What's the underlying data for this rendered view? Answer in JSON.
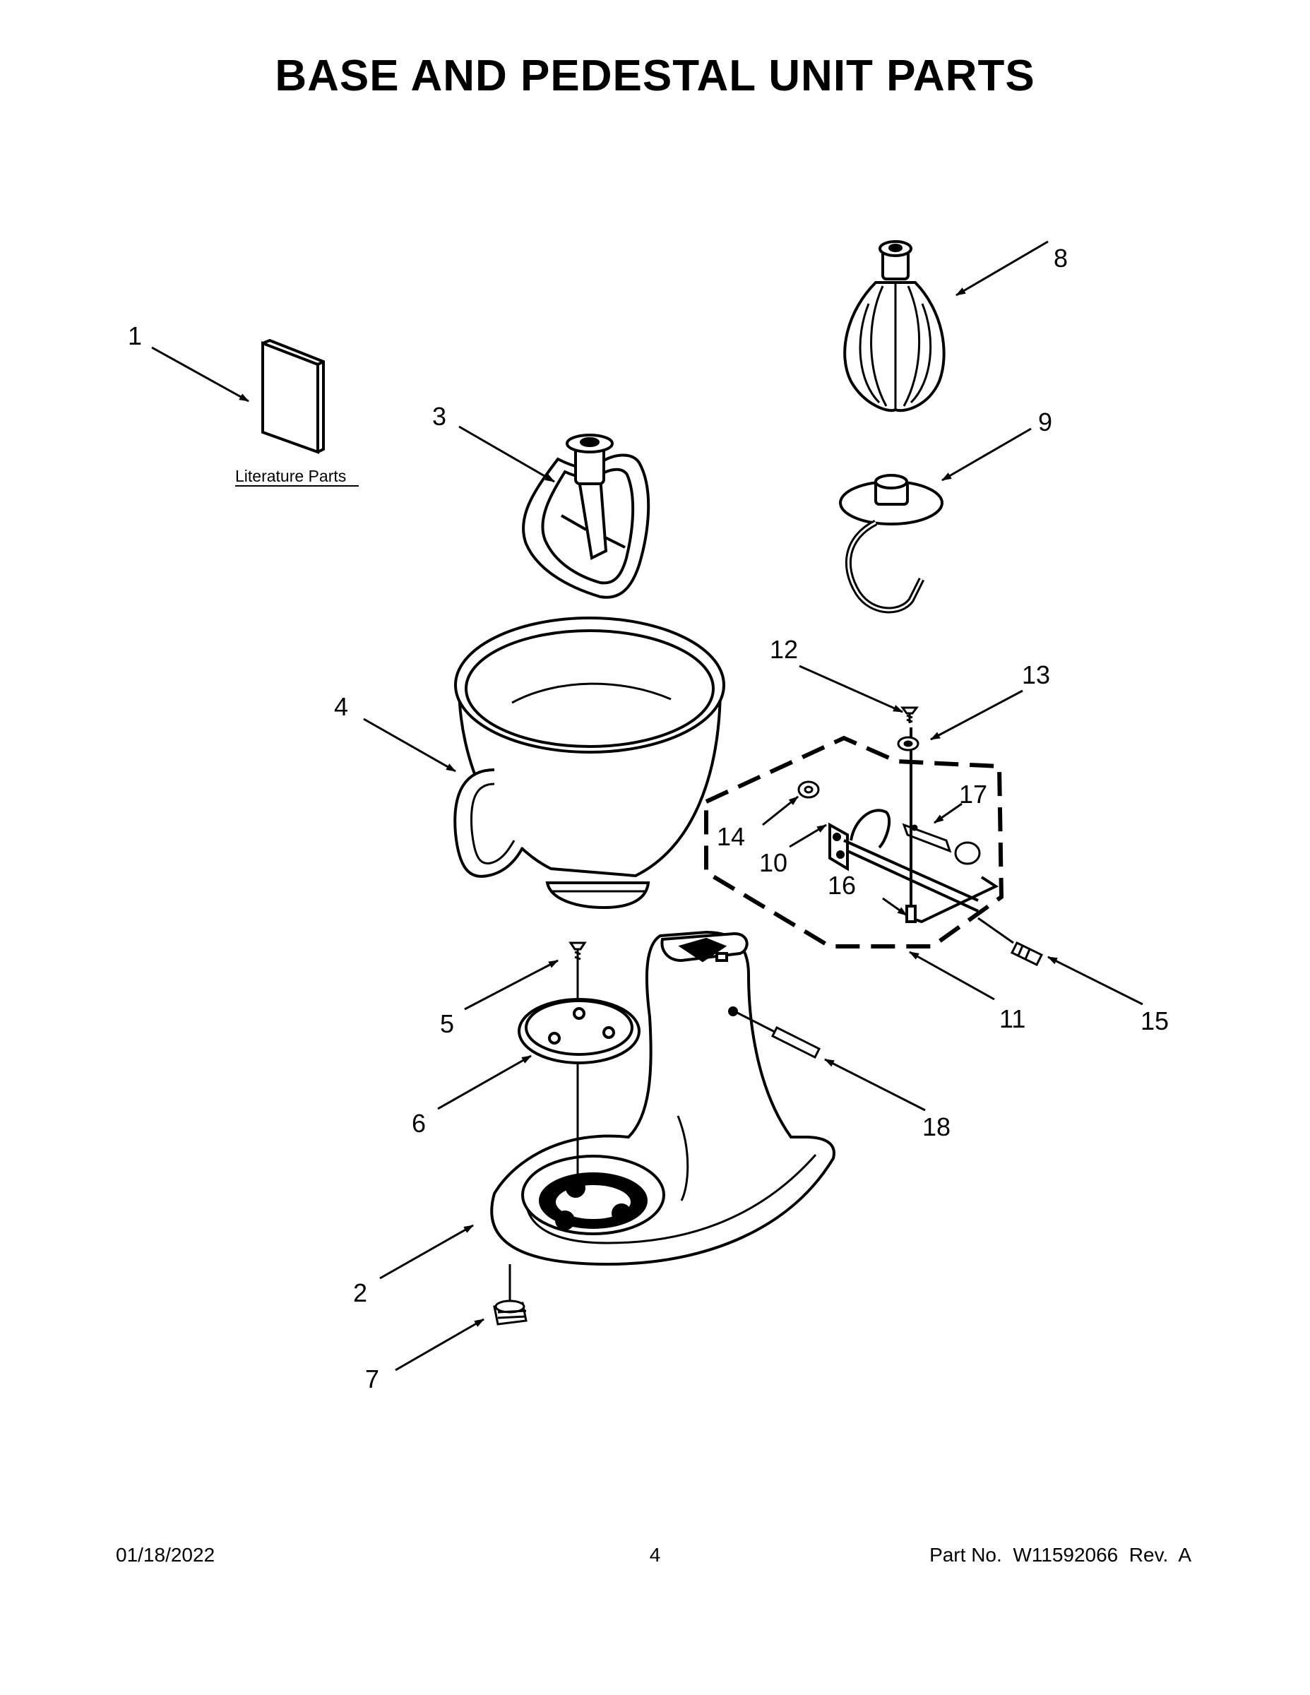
{
  "title": "BASE AND PEDESTAL UNIT PARTS",
  "literature_label": "Literature Parts",
  "callouts": [
    {
      "id": "1",
      "label": "1"
    },
    {
      "id": "2",
      "label": "2"
    },
    {
      "id": "3",
      "label": "3"
    },
    {
      "id": "4",
      "label": "4"
    },
    {
      "id": "5",
      "label": "5"
    },
    {
      "id": "6",
      "label": "6"
    },
    {
      "id": "7",
      "label": "7"
    },
    {
      "id": "8",
      "label": "8"
    },
    {
      "id": "9",
      "label": "9"
    },
    {
      "id": "10",
      "label": "10"
    },
    {
      "id": "11",
      "label": "11"
    },
    {
      "id": "12",
      "label": "12"
    },
    {
      "id": "13",
      "label": "13"
    },
    {
      "id": "14",
      "label": "14"
    },
    {
      "id": "15",
      "label": "15"
    },
    {
      "id": "16",
      "label": "16"
    },
    {
      "id": "17",
      "label": "17"
    },
    {
      "id": "18",
      "label": "18"
    }
  ],
  "footer": {
    "date": "01/18/2022",
    "page": "4",
    "part": "Part No.  W11592066  Rev.  A"
  }
}
